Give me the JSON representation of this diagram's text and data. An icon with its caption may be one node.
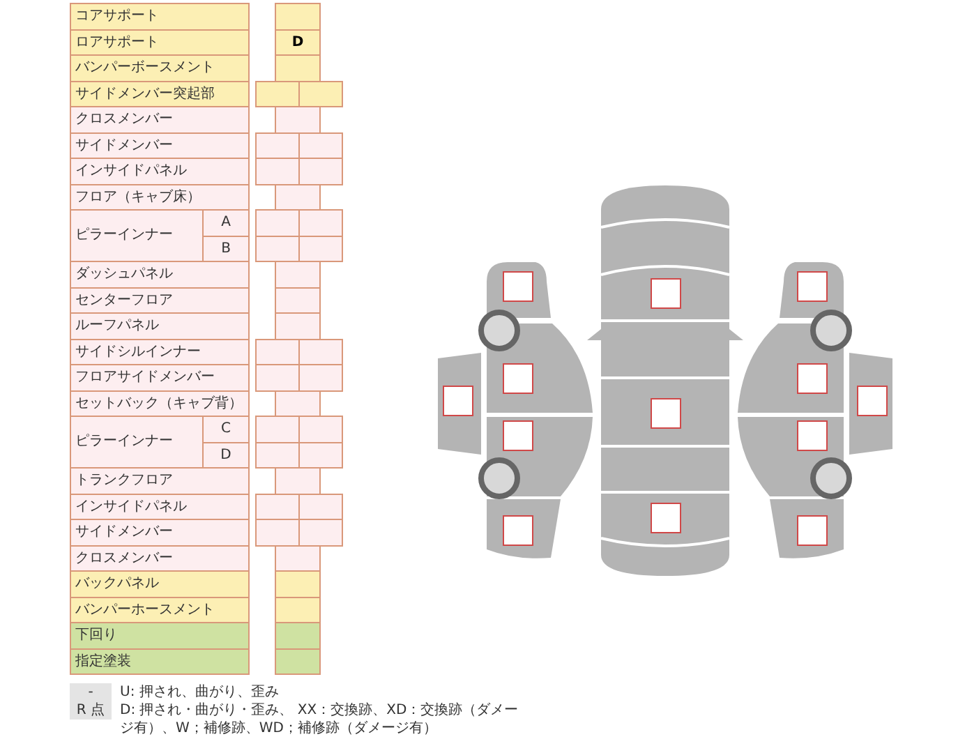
{
  "diagram": {
    "labels": [
      "コアサポート",
      "ロアサポート",
      "D",
      "バンパーボースメント",
      "サイドメンバー突起部",
      "クロスメンバー",
      "サイドメンバー",
      "インサイドパネル",
      "フロア（キャブ床）",
      "ピラーインナー",
      "A",
      "B",
      "ダッシュパネル",
      "センターフロア",
      "ルーフパネル",
      "サイドシルインナー",
      "フロアサイドメンバー",
      "セットバック（キャブ背）",
      "ピラーインナー",
      "C",
      "D",
      "トランクフロア",
      "インサイドパネル",
      "サイドメンバー",
      "クロスメンバー",
      "バックパネル",
      "バンパーホースメント",
      "下回り",
      "指定塗装",
      "-",
      "U: 押され、曲がり、歪み",
      "R 点",
      "D: 押され・曲がり・歪み、 XX：交換跡、XD：交換跡（ダメージ有）、W；補修跡、WD；補修跡（ダメージ有）"
    ]
  }
}
